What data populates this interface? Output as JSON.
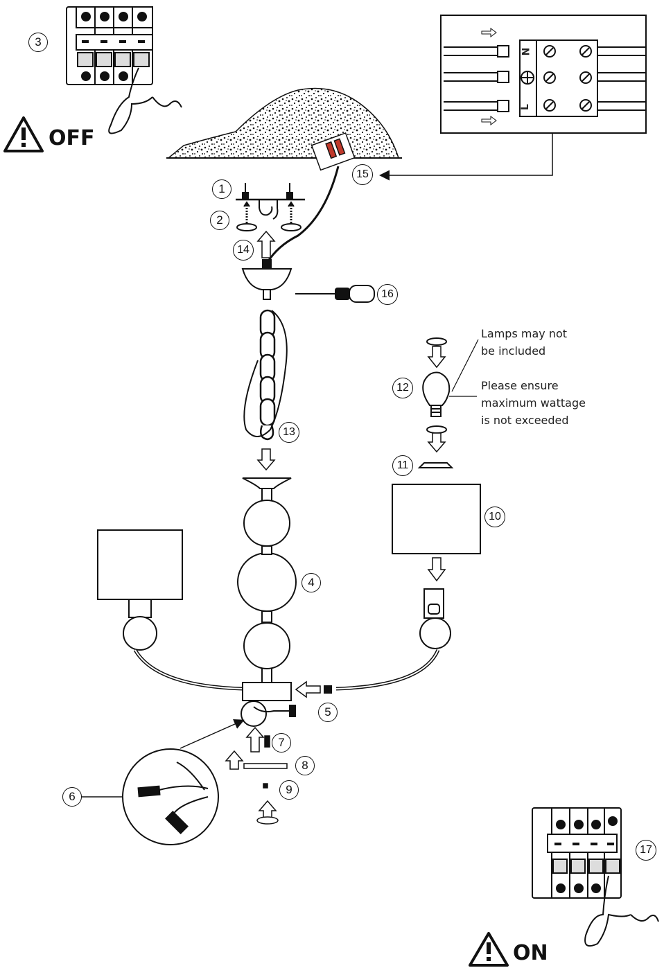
{
  "warnings": {
    "off_label": "OFF",
    "on_label": "ON",
    "icon": "warning-triangle-icon"
  },
  "notes": {
    "lamps_line1": "Lamps may not",
    "lamps_line2": "be included",
    "wattage_line1": "Please ensure",
    "wattage_line2": "maximum wattage",
    "wattage_line3": "is not exceeded"
  },
  "terminal_block": {
    "labels": [
      "N",
      "L"
    ],
    "icon": "earth-ground-icon"
  },
  "steps": [
    "1",
    "2",
    "3",
    "4",
    "5",
    "6",
    "7",
    "8",
    "9",
    "10",
    "11",
    "12",
    "13",
    "14",
    "15",
    "16",
    "17"
  ],
  "colors": {
    "line": "#111111",
    "accent": "#c0392b"
  }
}
